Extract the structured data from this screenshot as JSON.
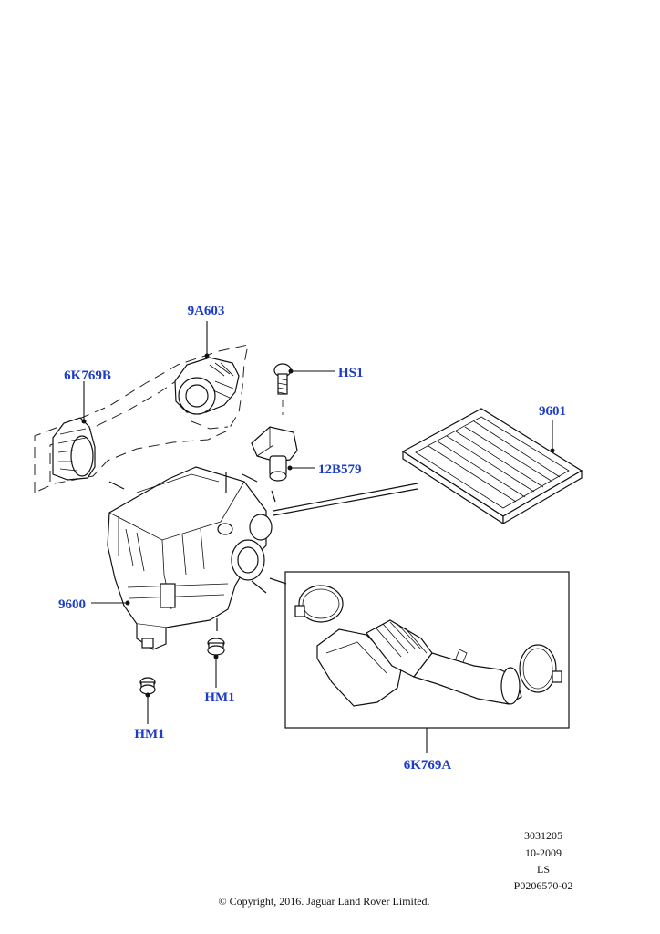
{
  "parts": {
    "p9A603": "9A603",
    "p6K769B": "6K769B",
    "pHS1": "HS1",
    "p9601": "9601",
    "p12B579": "12B579",
    "p9600": "9600",
    "pHM1_a": "HM1",
    "pHM1_b": "HM1",
    "p6K769A": "6K769A"
  },
  "info": {
    "line1": "3031205",
    "line2": "10-2009",
    "line3": "LS",
    "line4": "P0206570-02"
  },
  "copyright": "© Copyright, 2016. Jaguar Land Rover Limited.",
  "colors": {
    "label": "#1c3cc8",
    "line": "#111111"
  }
}
